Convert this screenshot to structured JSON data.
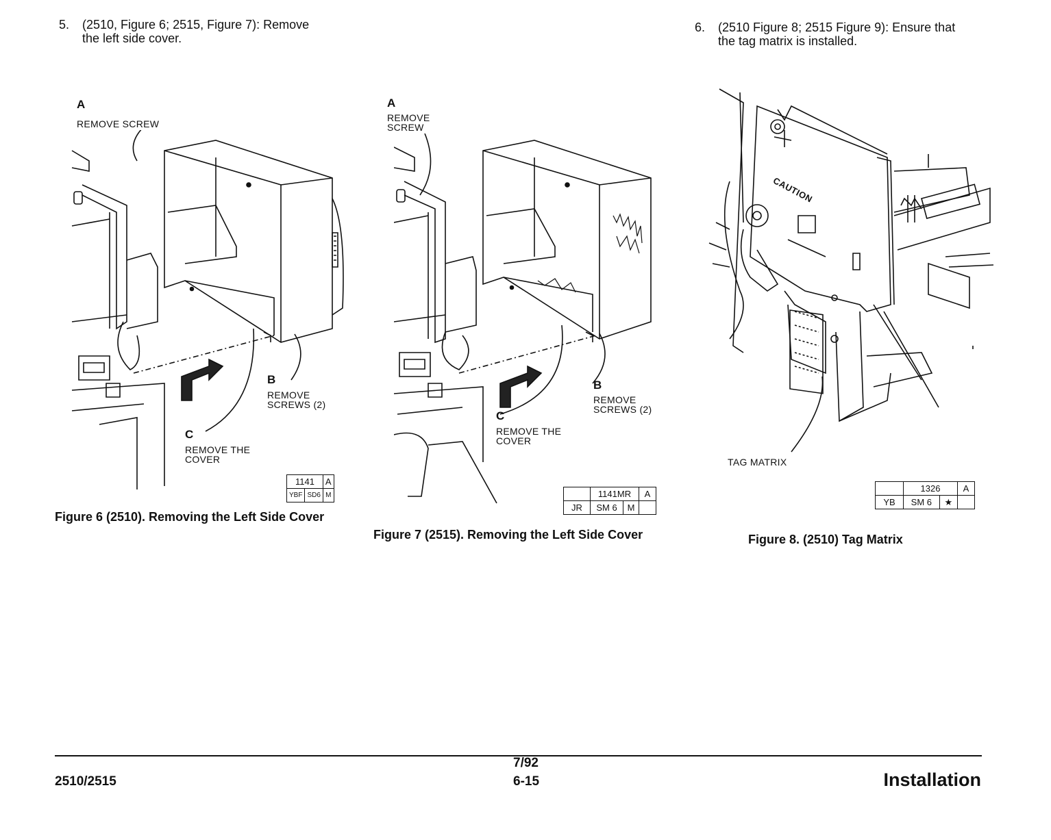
{
  "steps": [
    {
      "number": "5.",
      "line1": "(2510, Figure 6; 2515, Figure 7):  Remove",
      "line2": "the left side cover."
    },
    {
      "number": "6.",
      "line1": "(2510 Figure 8; 2515 Figure 9):  Ensure that",
      "line2": "the tag matrix is installed."
    }
  ],
  "figures": [
    {
      "caption": "Figure 6 (2510).  Removing the Left Side Cover",
      "callouts": {
        "a_letter": "A",
        "a_text": "REMOVE SCREW",
        "b_letter": "B",
        "b_line1": "REMOVE",
        "b_line2": "SCREWS (2)",
        "c_letter": "C",
        "c_line1": "REMOVE THE",
        "c_line2": "COVER"
      },
      "stamp": {
        "row1": [
          "1141",
          "A"
        ],
        "row2": [
          "YBF",
          "SD6",
          "M"
        ]
      }
    },
    {
      "caption": "Figure 7 (2515). Removing the Left  Side Cover",
      "callouts": {
        "a_letter": "A",
        "a_line1": "REMOVE",
        "a_line2": "SCREW",
        "b_letter": "B",
        "b_line1": "REMOVE",
        "b_line2": "SCREWS (2)",
        "c_letter": "C",
        "c_line1": "REMOVE THE",
        "c_line2": "COVER"
      },
      "stamp": {
        "row1": [
          "",
          "1141MR",
          "A"
        ],
        "row2": [
          "JR",
          "SM 6",
          "M",
          ""
        ]
      }
    },
    {
      "caption": "Figure 8.  (2510) Tag Matrix",
      "callouts": {
        "tag": "TAG MATRIX",
        "caution": "CAUTION"
      },
      "stamp": {
        "row1": [
          "",
          "1326",
          "A"
        ],
        "row2": [
          "YB",
          "SM 6",
          "★",
          ""
        ]
      }
    }
  ],
  "footer": {
    "date": "7/92",
    "page": "6-15",
    "model": "2510/2515",
    "section": "Installation"
  }
}
